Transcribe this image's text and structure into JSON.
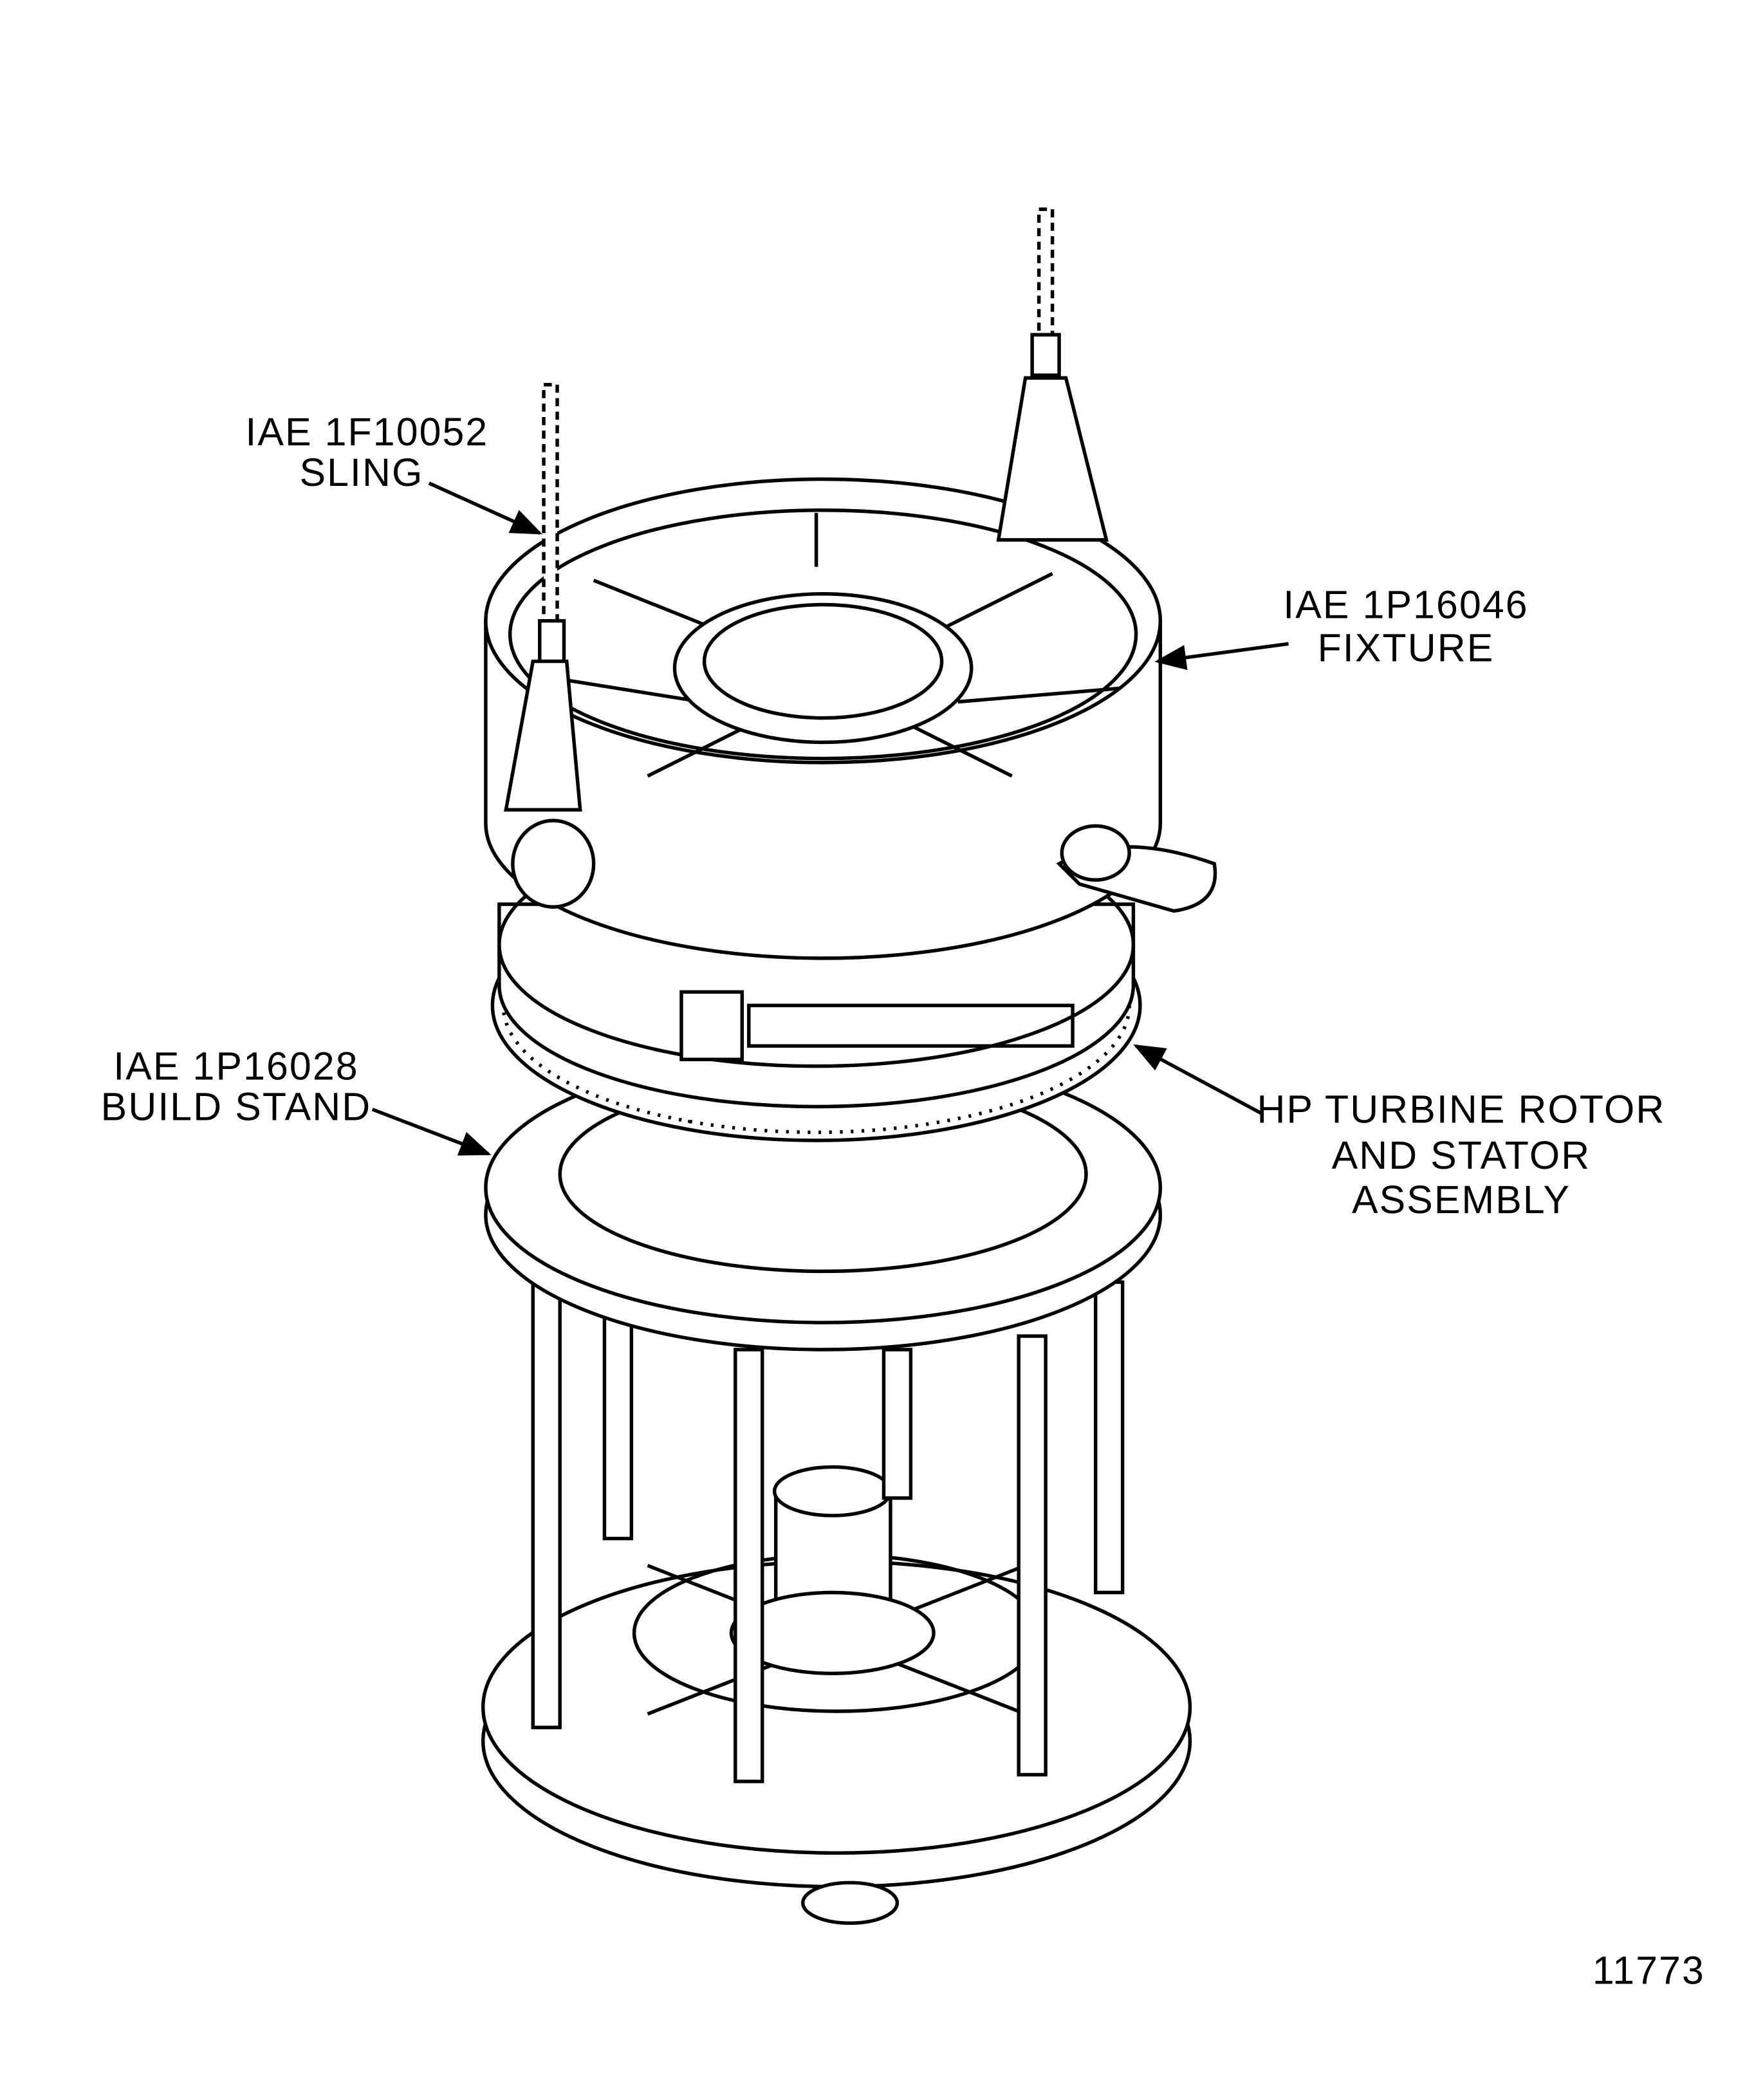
{
  "figure_number": "11773",
  "callouts": {
    "sling": {
      "line1": "IAE 1F10052",
      "line2": "SLING"
    },
    "fixture": {
      "line1": "IAE 1P16046",
      "line2": "FIXTURE"
    },
    "build_stand": {
      "line1": "IAE 1P16028",
      "line2": "BUILD STAND"
    },
    "turbine": {
      "line1": "HP TURBINE ROTOR",
      "line2": "AND STATOR",
      "line3": "ASSEMBLY"
    }
  },
  "colors": {
    "ink": "#000000",
    "paper": "#ffffff"
  }
}
